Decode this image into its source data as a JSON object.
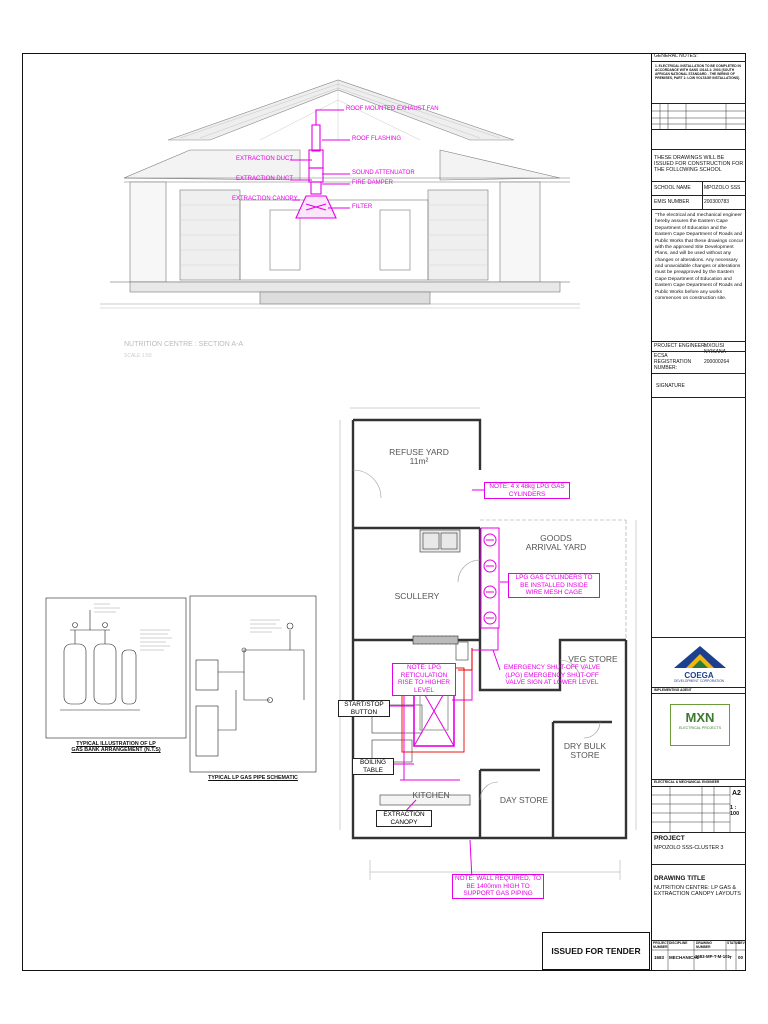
{
  "colors": {
    "accent": "#e600e6",
    "line": "#111111",
    "logo_blue": "#1c3f8f",
    "logo_yellow": "#f2b70f",
    "logo_green": "#2b7a3d"
  },
  "elevation": {
    "labels": {
      "roof_fan": "ROOF MOUNTED EXHAUST FAN",
      "roof_flashing": "ROOF FLASHING",
      "extraction_duct_1": "EXTRACTION DUCT",
      "extraction_duct_2": "EXTRACTION DUCT",
      "sound_attenuator": "SOUND ATTENUATOR",
      "fire_damper": "FIRE DAMPER",
      "extraction_canopy": "EXTRACTION CANOPY",
      "filter": "FILTER"
    },
    "section_title": "NUTRITION CENTRE : SECTION A-A",
    "section_scale": "SCALE 1:50"
  },
  "plan": {
    "rooms": {
      "refuse_yard": "REFUSE YARD",
      "refuse_area": "11m²",
      "goods_yard": "GOODS ARRIVAL YARD",
      "scullery": "SCULLERY",
      "veg_store": "VEG STORE",
      "dry_bulk": "DRY BULK STORE",
      "kitchen": "KITCHEN",
      "day_store": "DAY STORE"
    },
    "notes": {
      "cylinders": "NOTE: 4 x 48kg LPG GAS CYLINDERS",
      "cage": "LPG GAS CYLINDERS TO BE INSTALLED INSIDE WIRE MESH CAGE",
      "reticulation": "NOTE: LPG RETICULATION RISE TO HIGHER LEVEL",
      "shutoff": "EMERGENCY SHUT-OFF VALVE (LPG) EMERGENCY SHUT-OFF VALVE SIGN AT LOWER LEVEL",
      "wall": "NOTE: WALL REQUIRED, TO BE 1400mm HIGH TO SUPPORT GAS PIPING"
    },
    "callouts": {
      "start_stop": "START/STOP BUTTON",
      "boiling_table": "BOILING TABLE",
      "extraction_canopy": "EXTRACTION CANOPY"
    }
  },
  "details": {
    "gas_bank_caption": "TYPICAL ILLUSTRATION OF LP GAS BANK ARRANGEMENT (N.T.S)",
    "schematic_caption": "TYPICAL LP GAS PIPE SCHEMATIC"
  },
  "title_block": {
    "general_notes_label": "GENERAL NOTES:",
    "general_note_1": "1.   ELECTRICAL INSTALLATION TO BE COMPLETED IN ACCORDANCE WITH SANS 10142-1: 2003 (SOUTH AFRICAN NATIONAL STANDARD - THE WIRING OF PREMISES, PART 1: LOW VOLTAGE INSTALLATIONS)",
    "issue_statement": "THESE DRAWINGS WILL BE ISSUED FOR CONSTRUCTION FOR THE FOLLOWING SCHOOL",
    "school_name_label": "SCHOOL NAME",
    "school_name": "MPOZOLO SSS",
    "emis_label": "EMIS NUMBER",
    "emis_number": "200300783",
    "declaration": "\"The electrical and mechanical engineer hereby assures the Eastern Cape Department of Education and the Eastern Cape Department of Roads and Public Works that these drawings concur with the approved Site Development Plans, and will be used without any changes or alterations. Any necessary and unavoidable changes or alterations must be preapproved by the Eastern Cape Department of Education and Eastern Cape Department of Roads and Public Works before any works commences on construction site.",
    "engineer_label": "PROJECT ENGINEER:",
    "engineer_name": "MXOLISI NYIKANA",
    "ecsa_label": "ECSA REGISTRATION NUMBER:",
    "ecsa_number": "200000264",
    "signature_label": "SIGNATURE",
    "coega_name": "COEGA",
    "coega_sub": "DEVELOPMENT CORPORATION",
    "implementing_agent_label": "IMPLEMENTING AGENT",
    "mxn_name": "MXN",
    "mxn_sub": "ELECTRICAL PROJECTS",
    "em_engineer_label": "ELECTRICAL & MECHANICAL ENGINEER",
    "sheet_size": "A2",
    "scale": "1 : 100",
    "project_label": "PROJECT",
    "project_name": "MPOZOLO SSS-CLUSTER 3",
    "drawing_title_label": "DRAWING TITLE",
    "drawing_title": "NUTRITION CENTRE: LP GAS & EXTRACTION CANOPY LAYOUTS",
    "footer": {
      "project_number_label": "PROJECT NUMBER",
      "discipline_label": "DISCIPLINE",
      "drawing_number_label": "DRAWING NUMBER",
      "status_label": "STATUS",
      "rev_label": "REV",
      "project_number": "1683",
      "discipline": "MECHANICAL",
      "drawing_number": "1683-MP-T-M-101",
      "status": "T",
      "rev": "00"
    },
    "issued_stamp": "ISSUED FOR TENDER"
  }
}
